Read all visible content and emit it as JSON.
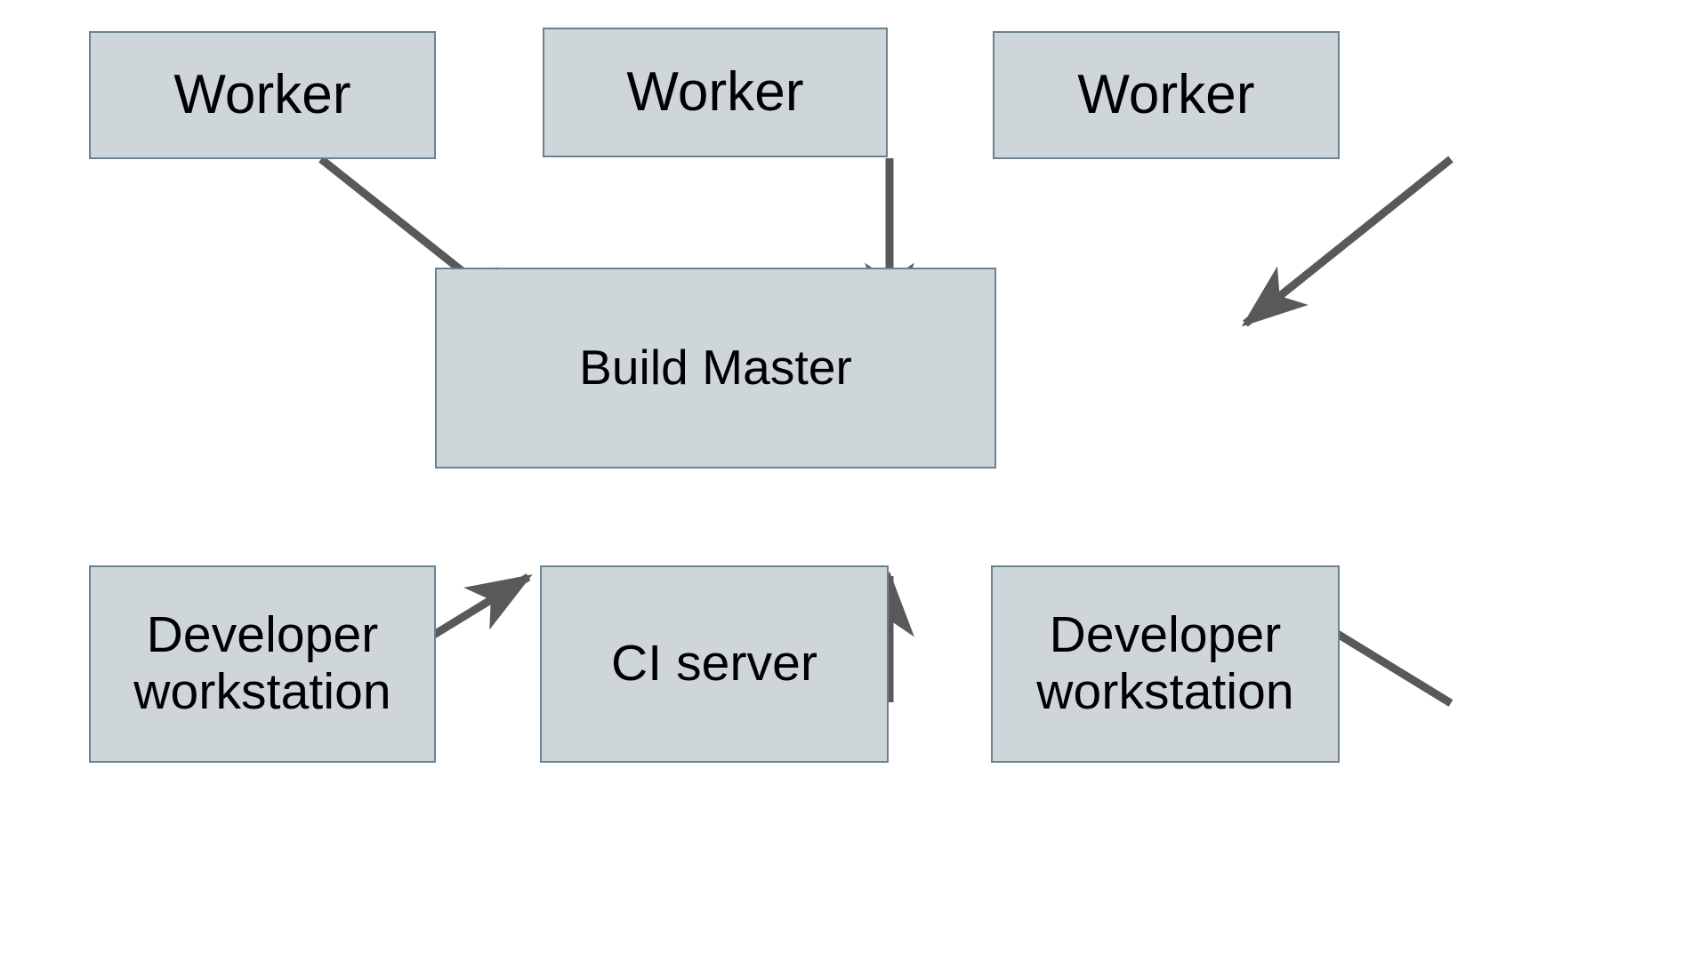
{
  "diagram": {
    "title": "Build Master architecture diagram",
    "background_color": "#ffffff",
    "node_fill_color": "#ced6d9",
    "node_border_color": "#6b8290",
    "edge_color": "#595959",
    "text_color": "#000000",
    "nodes": [
      {
        "id": "worker-1",
        "label": "Worker"
      },
      {
        "id": "worker-2",
        "label": "Worker"
      },
      {
        "id": "worker-3",
        "label": "Worker"
      },
      {
        "id": "build-master",
        "label": "Build Master"
      },
      {
        "id": "dev-1",
        "label": "Developer\nworkstation"
      },
      {
        "id": "ci",
        "label": "CI server"
      },
      {
        "id": "dev-2",
        "label": "Developer\nworkstation"
      }
    ],
    "edges": [
      {
        "id": "edge-worker-1-to-build-master",
        "from": "worker-1",
        "to": "build-master",
        "direction": "to"
      },
      {
        "id": "edge-worker-2-to-build-master",
        "from": "worker-2",
        "to": "build-master",
        "direction": "to"
      },
      {
        "id": "edge-worker-3-to-build-master",
        "from": "worker-3",
        "to": "build-master",
        "direction": "to"
      },
      {
        "id": "edge-dev-1-to-build-master",
        "from": "dev-1",
        "to": "build-master",
        "direction": "to"
      },
      {
        "id": "edge-ci-to-build-master",
        "from": "ci",
        "to": "build-master",
        "direction": "to"
      },
      {
        "id": "edge-dev-2-to-build-master",
        "from": "dev-2",
        "to": "build-master",
        "direction": "to"
      }
    ]
  }
}
